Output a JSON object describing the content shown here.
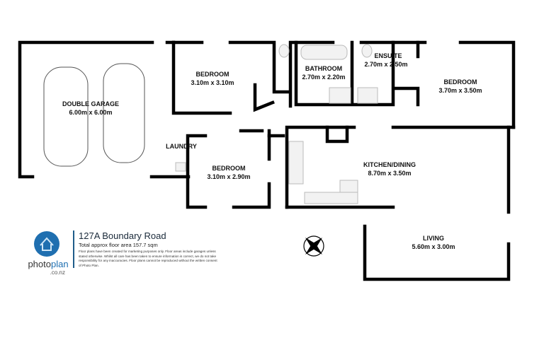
{
  "rooms": {
    "garage": {
      "name": "DOUBLE GARAGE",
      "dims": "6.00m  x 6.00m"
    },
    "bedroom1": {
      "name": "BEDROOM",
      "dims": "3.10m  x 3.10m"
    },
    "bathroom": {
      "name": "BATHROOM",
      "dims": "2.70m  x 2.20m"
    },
    "ensuite": {
      "name": "ENSUITE",
      "dims": "2.70m  x 2.50m"
    },
    "bedroom_master": {
      "name": "BEDROOM",
      "dims": "3.70m  x 3.50m"
    },
    "laundry": {
      "name": "LAUNDRY"
    },
    "bedroom2": {
      "name": "BEDROOM",
      "dims": "3.10m  x 2.90m"
    },
    "kitchen": {
      "name": "KITCHEN/DINING",
      "dims": "8.70m  x 3.50m"
    },
    "living": {
      "name": "LIVING",
      "dims": "5.60m  x 3.00m"
    }
  },
  "info": {
    "address": "127A Boundary Road",
    "floor_area": "Total approx floor area 157.7 sqm",
    "disclaimer": "Floor plans have been created for marketing purposes only. Floor areas include garages unless stated otherwise. Whilst all care has been taken to ensure information is correct, we do not take responsibility for any inaccuracies. Floor plans cannot be reproduced without the written consent of Photo Plan."
  },
  "logo": {
    "word_a": "photo",
    "word_b": "plan",
    "sub": ".co.nz",
    "color": "#1f6fb0"
  },
  "icons": [
    "compass-icon",
    "house-logo-icon"
  ]
}
